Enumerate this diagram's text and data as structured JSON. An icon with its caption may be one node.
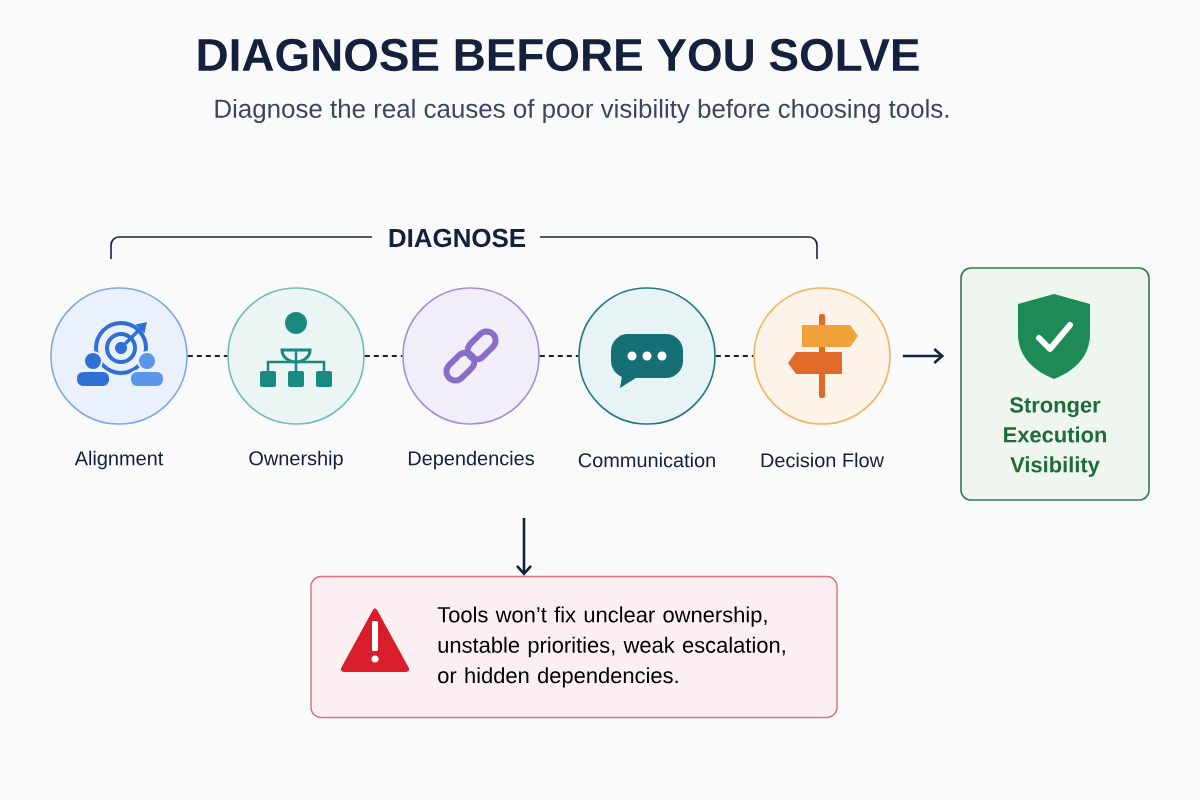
{
  "diagram": {
    "title": "DIAGNOSE BEFORE YOU SOLVE",
    "nodes": [
      {
        "text": [
          "Alignment"
        ]
      },
      {
        "text": [
          "Ownership"
        ]
      },
      {
        "text": [
          "Dependencies"
        ]
      },
      {
        "text": [
          "Communication"
        ]
      },
      {
        "text": [
          "Decision Flow"
        ]
      },
      {
        "text": [
          "Stronger Execution Visibility"
        ]
      },
      {
        "text": [
          "Tools won’t fix unclear ownership, unstable priorities, weak escalation, or hidden dependencies."
        ]
      }
    ],
    "edges": [
      {
        "from": 0,
        "to": 1,
        "arrow": "none",
        "style": "dashed"
      },
      {
        "from": 1,
        "to": 2,
        "arrow": "none",
        "style": "dashed"
      },
      {
        "from": 2,
        "to": 3,
        "arrow": "none",
        "style": "dashed"
      },
      {
        "from": 3,
        "to": 4,
        "arrow": "none",
        "style": "dashed"
      },
      {
        "from": 4,
        "to": 5,
        "arrow": "to"
      },
      {
        "from": null,
        "to": 6,
        "arrow": "to"
      }
    ],
    "labels": [
      "Diagnose the real causes of poor visibility before choosing tools.",
      "DIAGNOSE"
    ]
  }
}
